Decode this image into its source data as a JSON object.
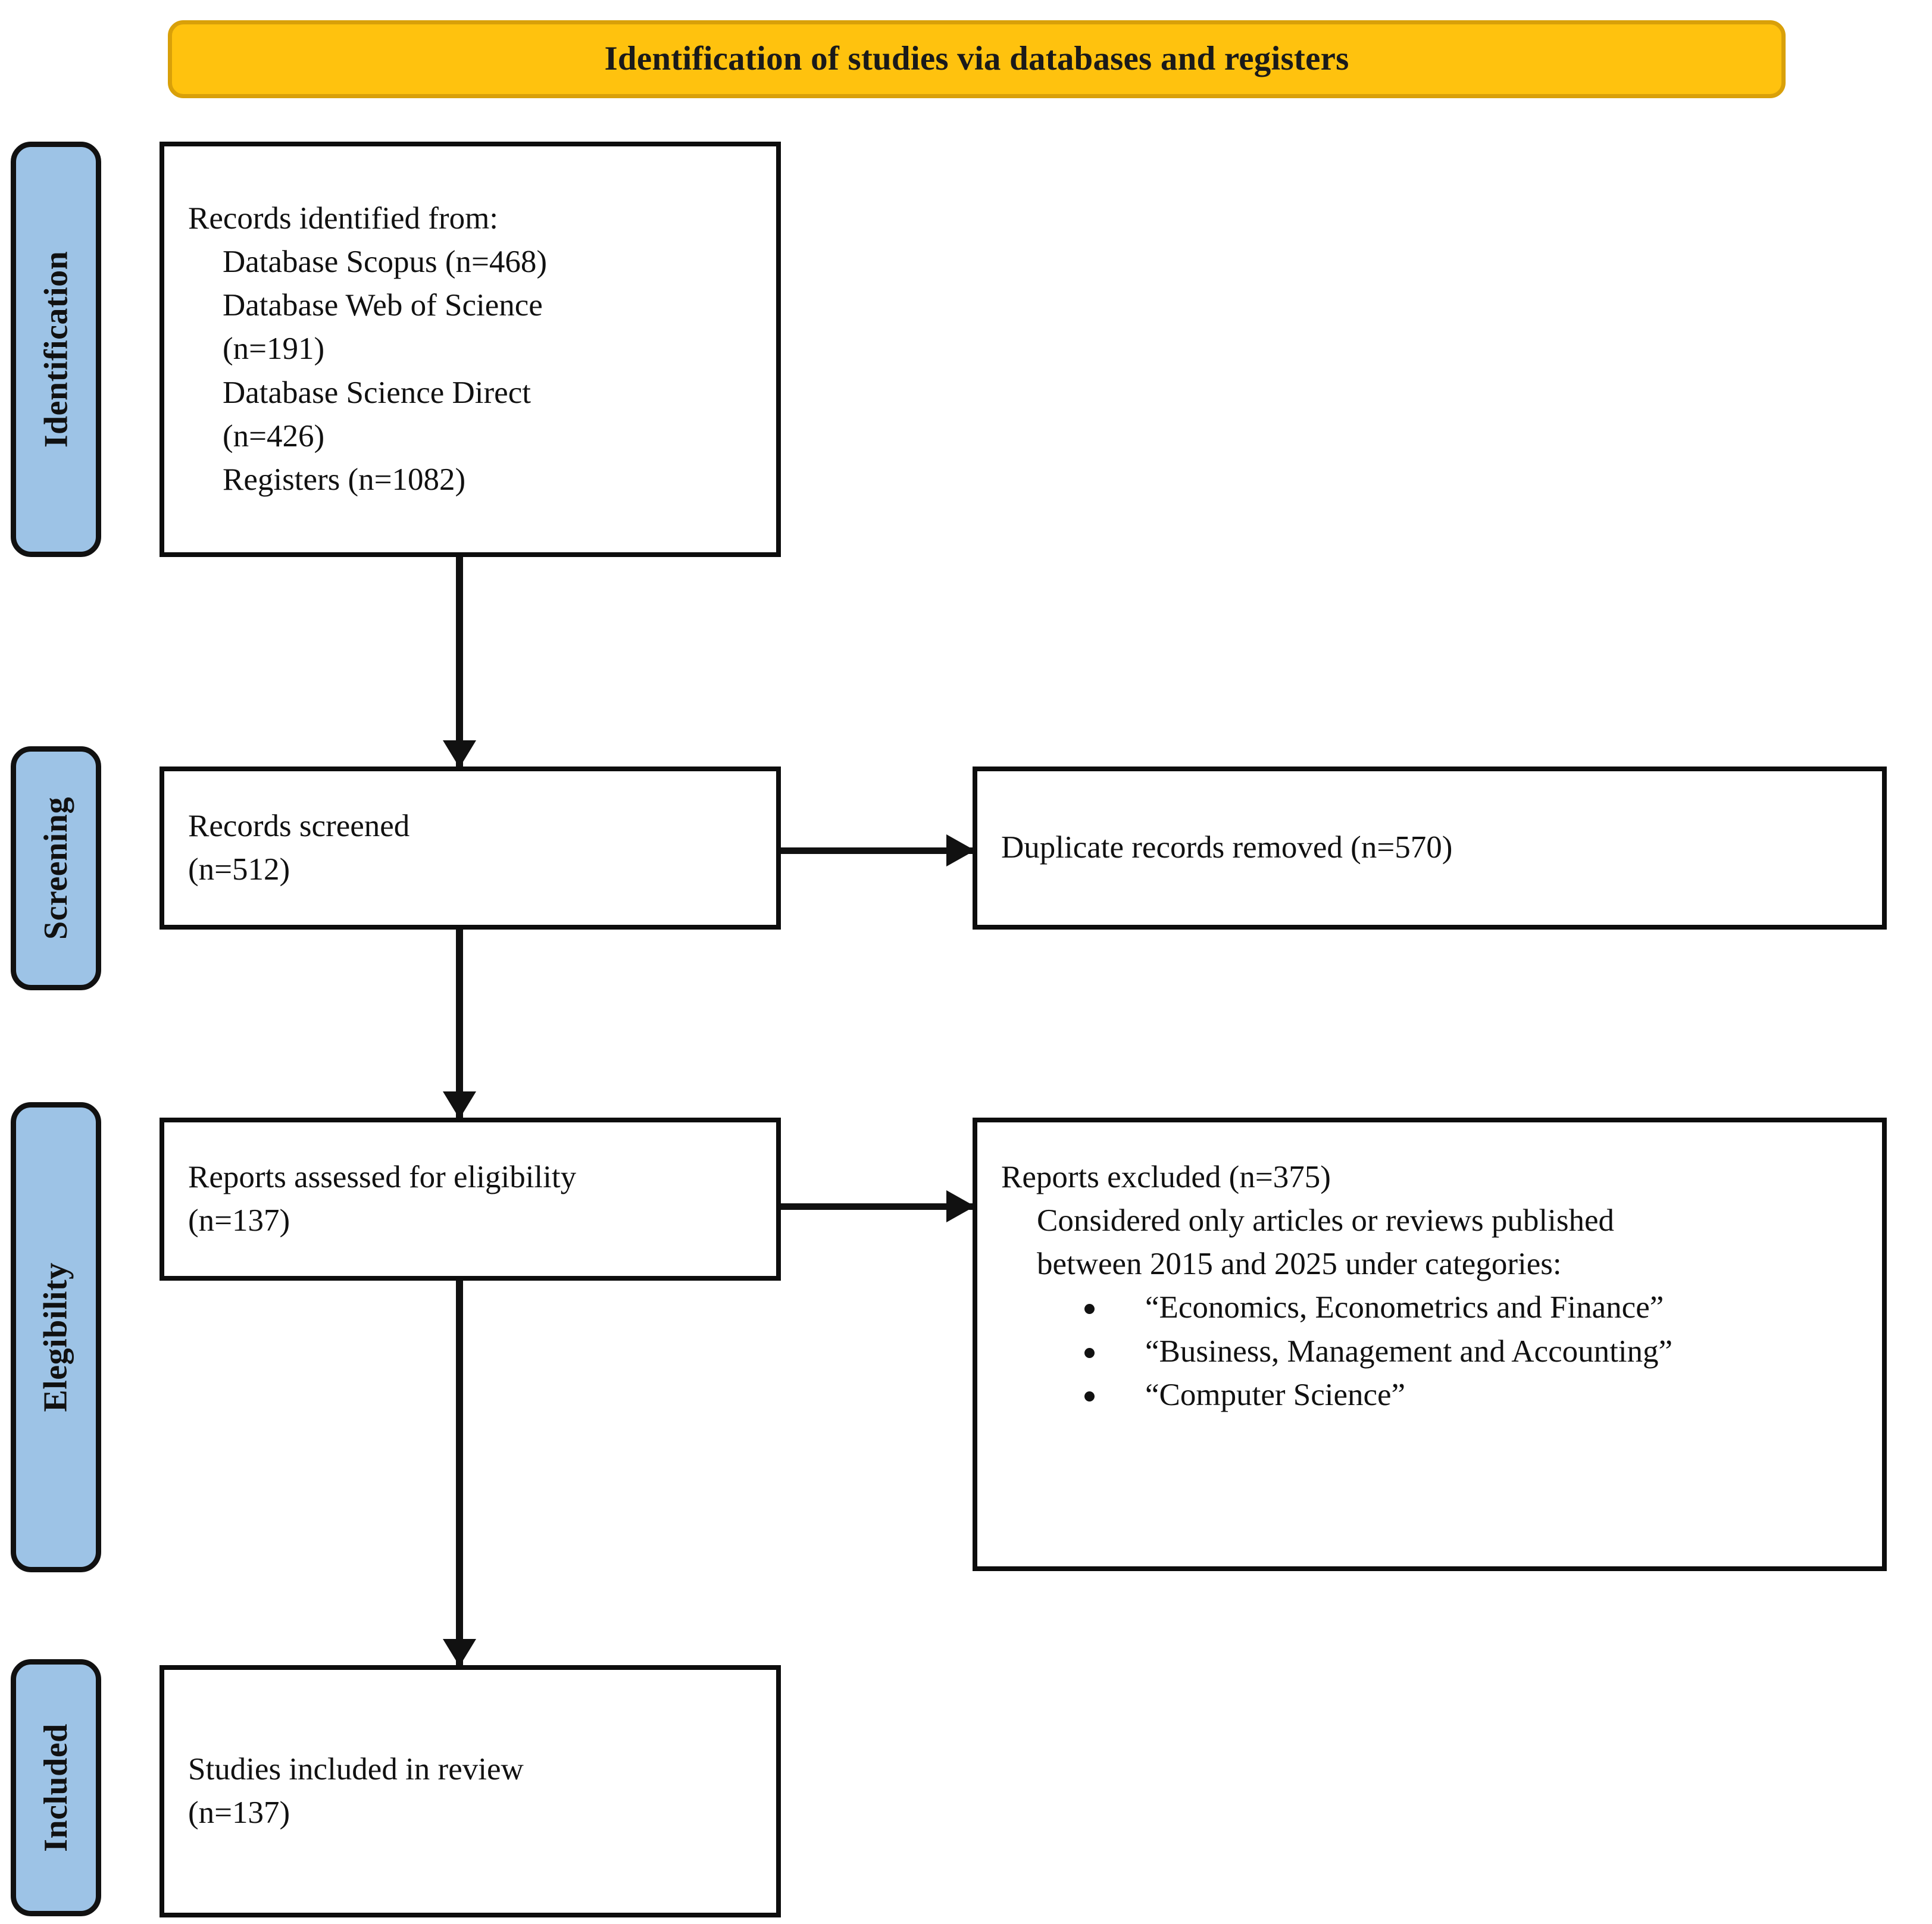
{
  "header": {
    "title": "Identification of studies via databases and registers",
    "background_color": "#FFC20E",
    "border_color": "#D9A009"
  },
  "stages": {
    "accent_color": "#9DC3E6",
    "identification": "Identification",
    "screening": "Screening",
    "elegibility": "Elegibility",
    "included": "Included"
  },
  "boxes": {
    "identified": {
      "head": "Records identified from:",
      "sources": [
        "Database Scopus (n=468)",
        "Database Web of Science",
        "(n=191)",
        "Database Science Direct",
        "(n=426)",
        "Registers (n=1082)"
      ]
    },
    "screened": {
      "line1": "Records screened",
      "line2": "(n=512)"
    },
    "duplicates": {
      "line1": "Duplicate records removed (n=570)"
    },
    "assessed": {
      "line1": "Reports assessed for eligibility",
      "line2": "(n=137)"
    },
    "excluded": {
      "head": "Reports excluded (n=375)",
      "sub_line1": "Considered only articles or reviews published",
      "sub_line2": "between 2015 and 2025 under categories:",
      "categories": [
        "“Economics, Econometrics and Finance”",
        "“Business, Management and Accounting”",
        "“Computer Science”"
      ]
    },
    "included": {
      "line1": "Studies included in review",
      "line2": "(n=137)"
    }
  },
  "chart_data": {
    "type": "diagram",
    "title": "Identification of studies via databases and registers",
    "diagram_kind": "PRISMA flow diagram",
    "stages": [
      "Identification",
      "Screening",
      "Elegibility",
      "Included"
    ],
    "nodes": [
      {
        "id": "identified",
        "stage": "Identification",
        "label": "Records identified from",
        "counts": {
          "Database Scopus": 468,
          "Database Web of Science": 191,
          "Database Science Direct": 426,
          "Registers": 1082
        }
      },
      {
        "id": "screened",
        "stage": "Screening",
        "label": "Records screened",
        "n": 512
      },
      {
        "id": "duplicates_removed",
        "stage": "Screening",
        "label": "Duplicate records removed",
        "n": 570
      },
      {
        "id": "assessed",
        "stage": "Elegibility",
        "label": "Reports assessed for eligibility",
        "n": 137
      },
      {
        "id": "excluded",
        "stage": "Elegibility",
        "label": "Reports excluded",
        "n": 375
      },
      {
        "id": "included",
        "stage": "Included",
        "label": "Studies included in review",
        "n": 137
      }
    ],
    "edges": [
      {
        "from": "identified",
        "to": "screened",
        "direction": "down"
      },
      {
        "from": "screened",
        "to": "duplicates_removed",
        "direction": "right"
      },
      {
        "from": "screened",
        "to": "assessed",
        "direction": "down"
      },
      {
        "from": "assessed",
        "to": "excluded",
        "direction": "right"
      },
      {
        "from": "assessed",
        "to": "included",
        "direction": "down"
      }
    ]
  }
}
